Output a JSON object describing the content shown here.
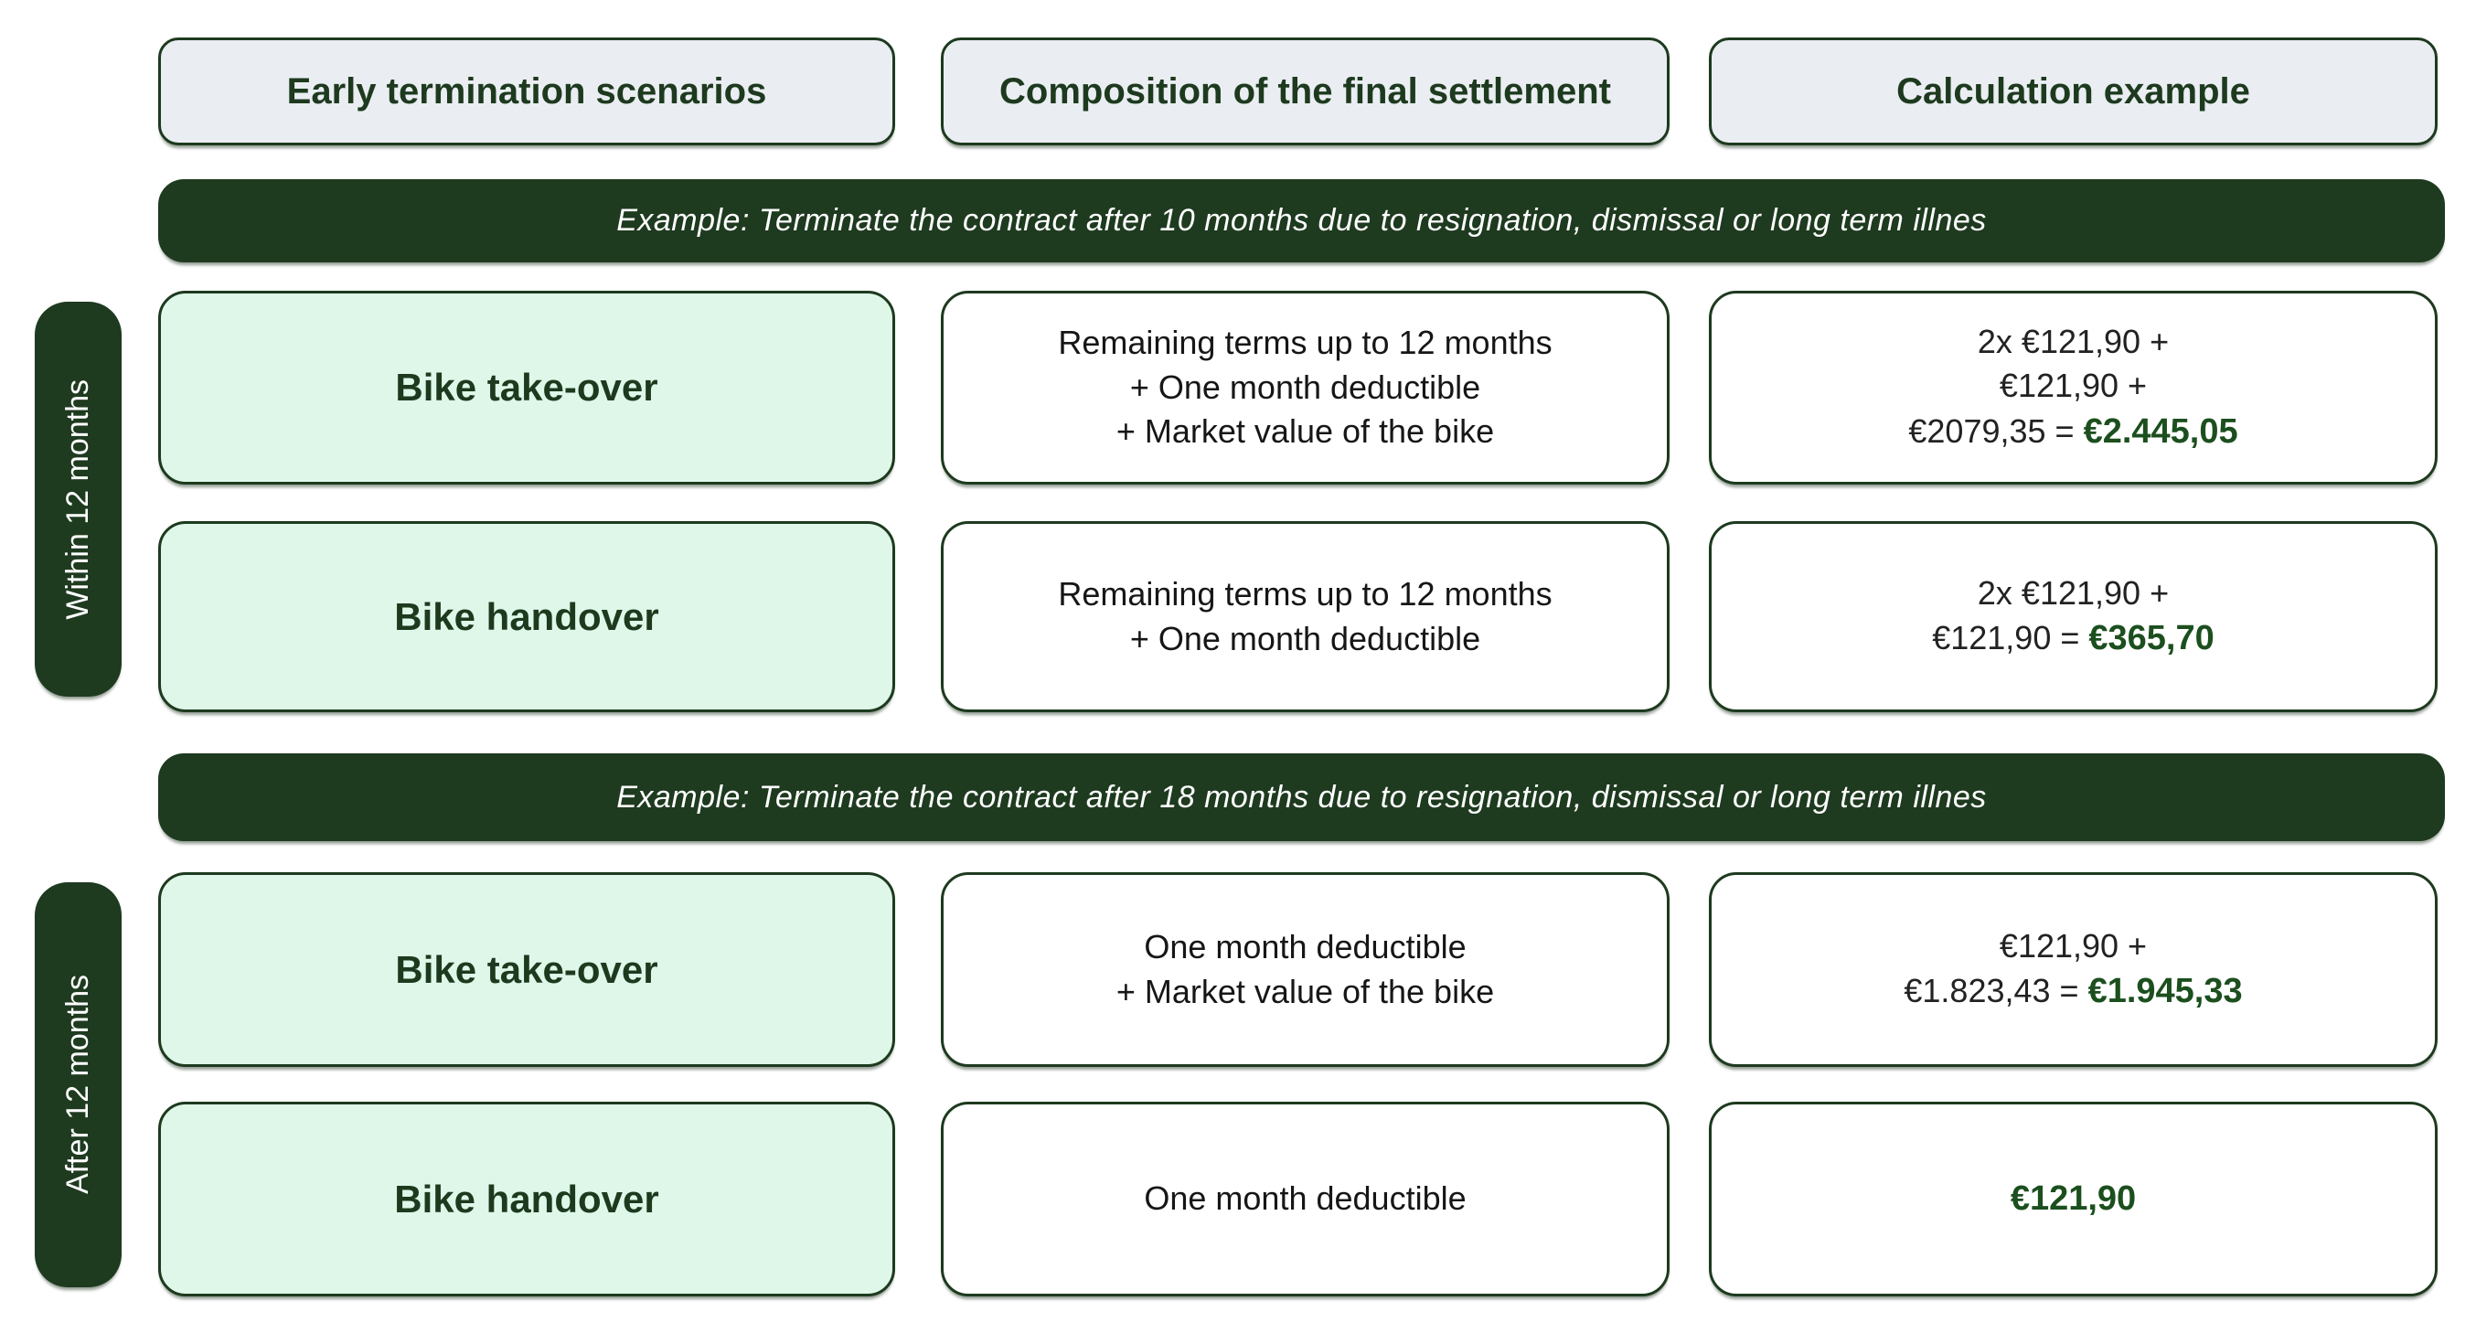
{
  "colors": {
    "dark_green": "#1e3a1f",
    "border_green": "#1d3a1e",
    "mint_green": "#def7e9",
    "header_gray": "#eaedf2",
    "result_green": "#1c4f1e",
    "text_dark": "#161616",
    "white": "#ffffff"
  },
  "headers": [
    {
      "label": "Early termination scenarios"
    },
    {
      "label": "Composition of the final settlement"
    },
    {
      "label": "Calculation example"
    }
  ],
  "sections": [
    {
      "banner": "Example: Terminate the contract after 10 months due to resignation, dismissal or long term illnes",
      "side_label": "Within 12 months",
      "rows": [
        {
          "scenario": "Bike take-over",
          "composition_lines": [
            "Remaining terms up to 12 months",
            "+ One month deductible",
            "+ Market value of the bike"
          ],
          "calc_lines": [
            "2x €121,90 +",
            "€121,90 +"
          ],
          "calc_final_prefix": "€2079,35 = ",
          "calc_result": "€2.445,05"
        },
        {
          "scenario": "Bike handover",
          "composition_lines": [
            "Remaining terms up to 12 months",
            "+ One month deductible"
          ],
          "calc_lines": [
            "2x €121,90 +"
          ],
          "calc_final_prefix": "€121,90 = ",
          "calc_result": "€365,70"
        }
      ]
    },
    {
      "banner": "Example: Terminate the contract after 18 months due to resignation, dismissal or long term illnes",
      "side_label": "After 12 months",
      "rows": [
        {
          "scenario": "Bike take-over",
          "composition_lines": [
            "One month deductible",
            "+ Market value of the bike"
          ],
          "calc_lines": [
            "€121,90 +"
          ],
          "calc_final_prefix": "€1.823,43 = ",
          "calc_result": "€1.945,33"
        },
        {
          "scenario": "Bike handover",
          "composition_lines": [
            "One month deductible"
          ],
          "calc_lines": [],
          "calc_final_prefix": "",
          "calc_result": "€121,90"
        }
      ]
    }
  ]
}
